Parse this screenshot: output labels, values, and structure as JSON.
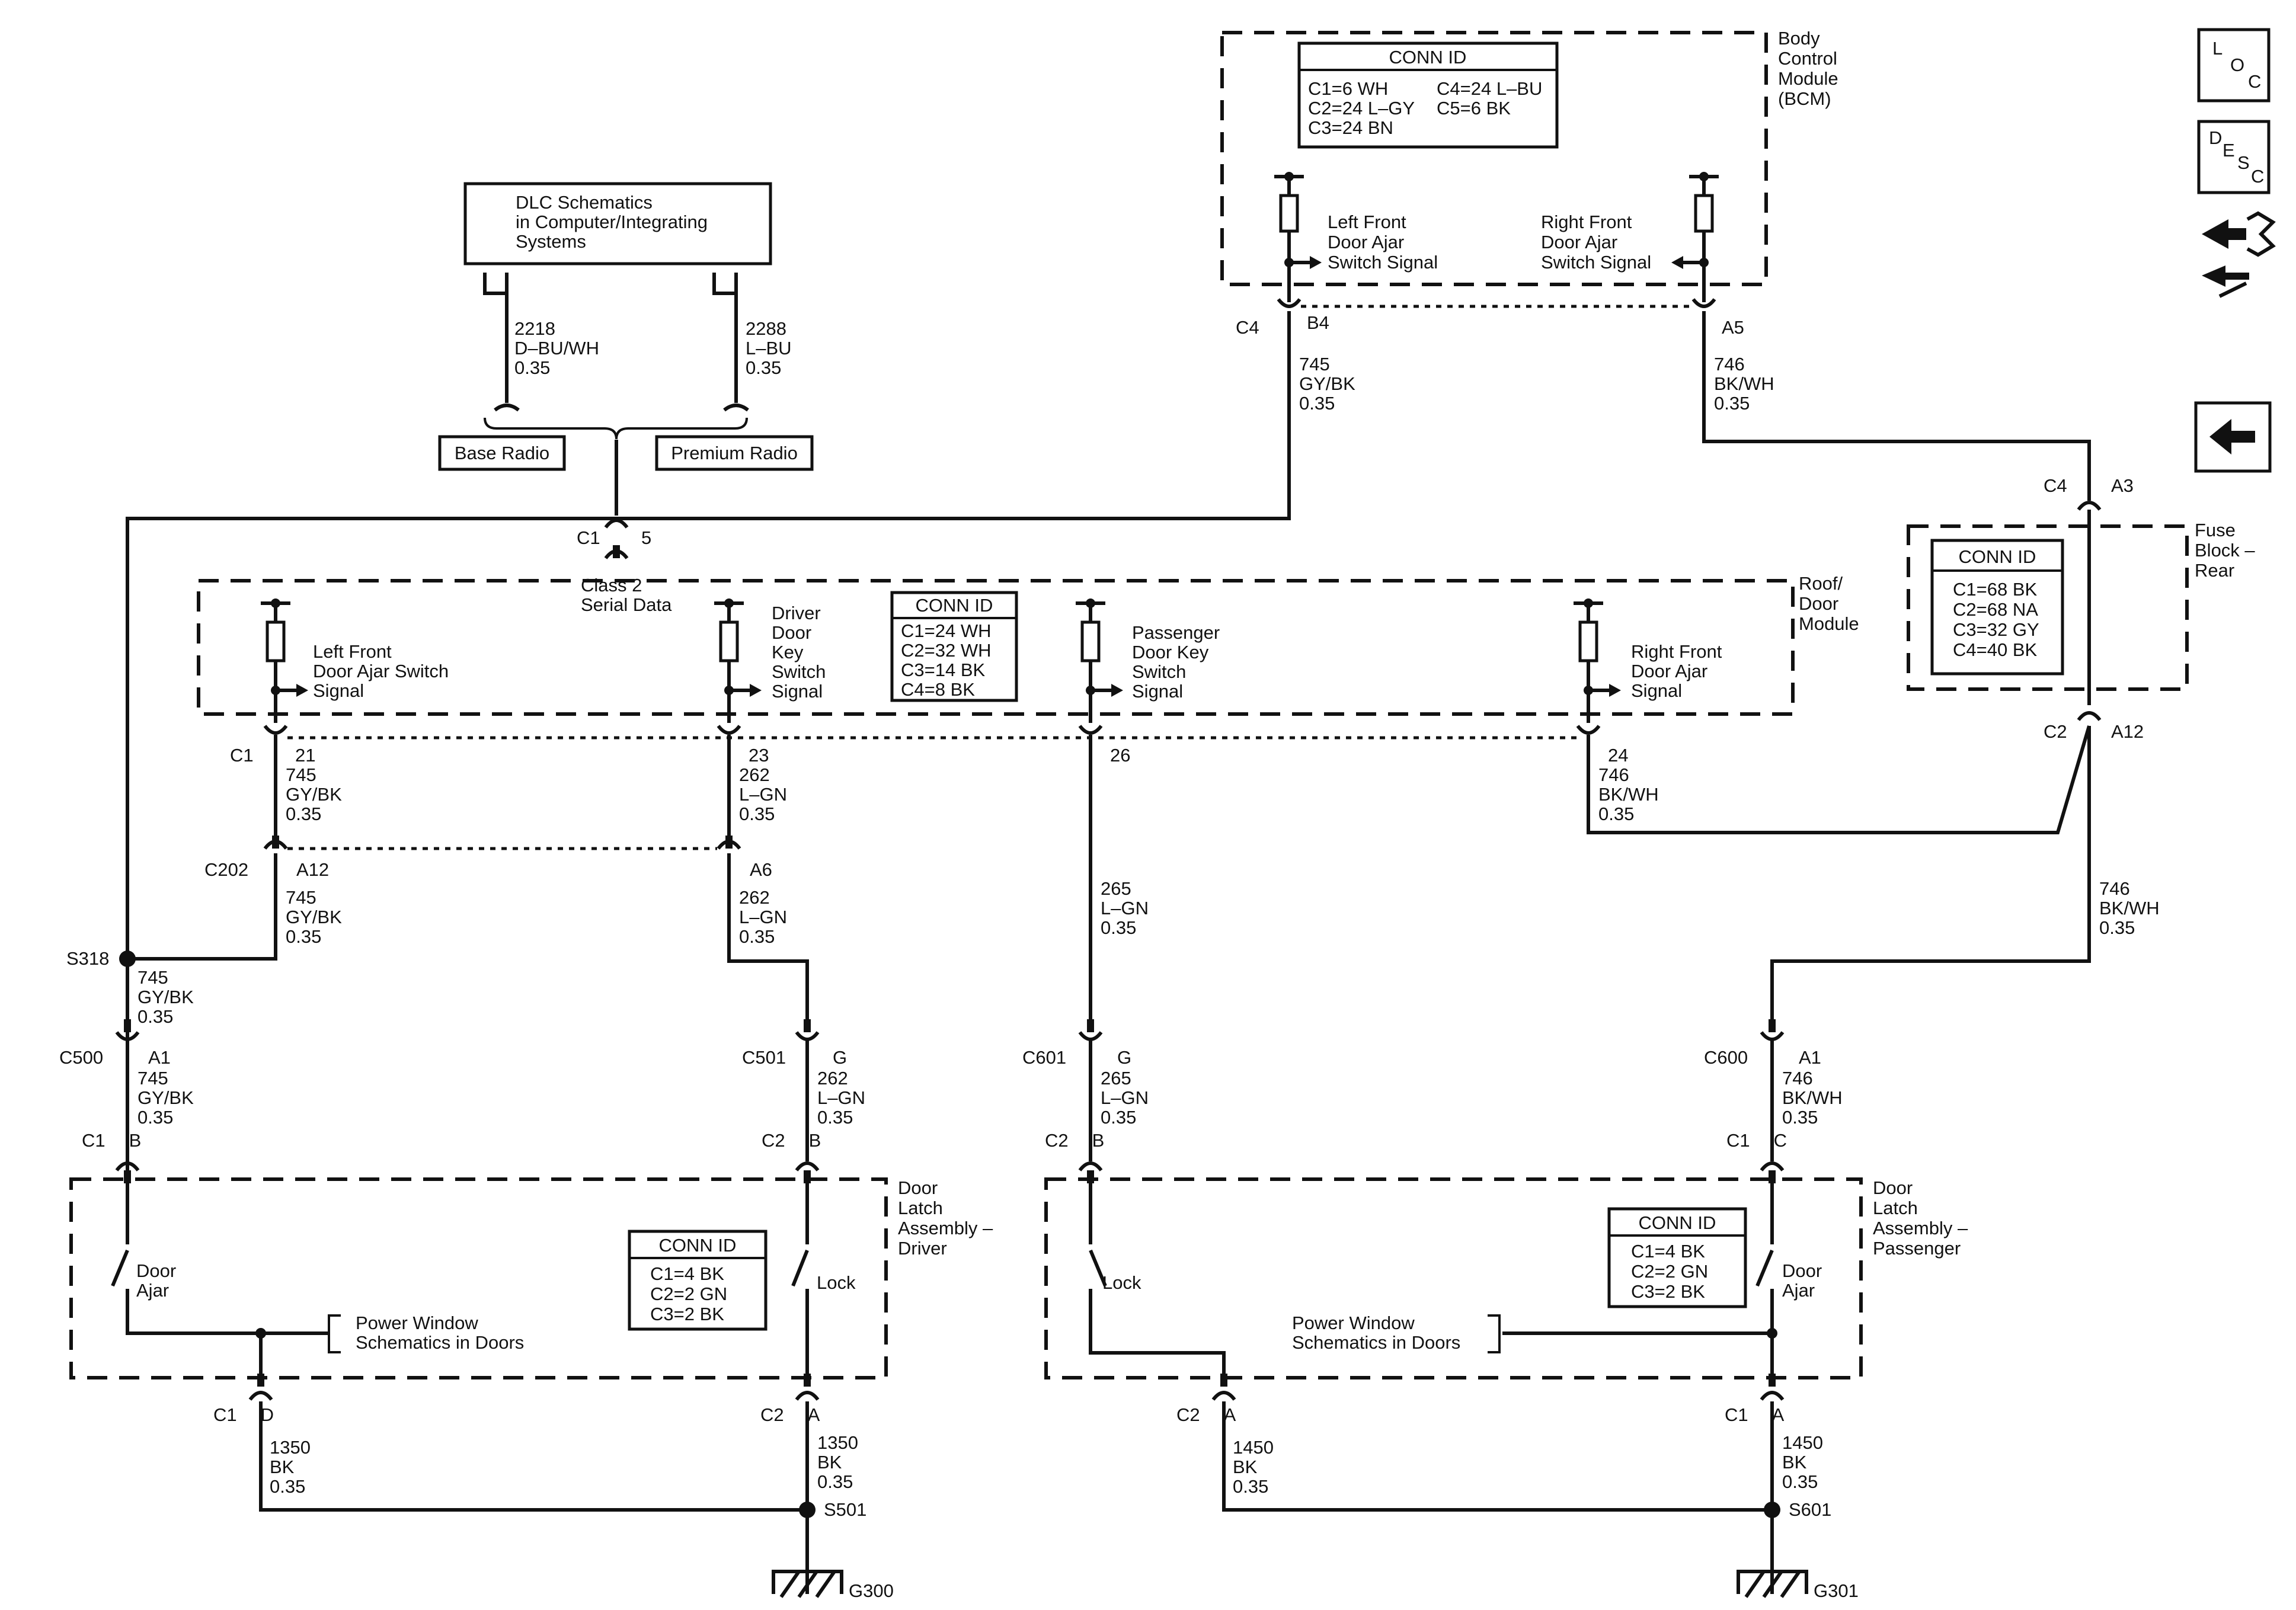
{
  "modules": {
    "bcm": [
      "Body",
      "Control",
      "Module",
      "(BCM)"
    ],
    "roof": [
      "Roof/",
      "Door",
      "Module"
    ],
    "fuse": [
      "Fuse",
      "Block –",
      "Rear"
    ],
    "latch_driver": [
      "Door",
      "Latch",
      "Assembly –",
      "Driver"
    ],
    "latch_pass": [
      "Door",
      "Latch",
      "Assembly –",
      "Passenger"
    ]
  },
  "conn_ids": {
    "bcm": {
      "title": "CONN ID",
      "left": [
        "C1=6 WH",
        "C2=24 L–GY",
        "C3=24 BN"
      ],
      "right": [
        "C4=24 L–BU",
        "C5=6 BK"
      ]
    },
    "roof": {
      "title": "CONN ID",
      "lines": [
        "C1=24 WH",
        "C2=32 WH",
        "C3=14 BK",
        "C4=8 BK"
      ]
    },
    "fuse": {
      "title": "CONN ID",
      "lines": [
        "C1=68 BK",
        "C2=68 NA",
        "C3=32 GY",
        "C4=40 BK"
      ]
    },
    "latch_driver": {
      "title": "CONN ID",
      "lines": [
        "C1=4 BK",
        "C2=2 GN",
        "C3=2 BK"
      ]
    },
    "latch_pass": {
      "title": "CONN ID",
      "lines": [
        "C1=4 BK",
        "C2=2 GN",
        "C3=2 BK"
      ]
    }
  },
  "dlc": {
    "lines": [
      "DLC Schematics",
      "in Computer/Integrating",
      "Systems"
    ],
    "base_radio": "Base Radio",
    "premium_radio": "Premium Radio",
    "wire_2218": [
      "2218",
      "D–BU/WH",
      "0.35"
    ],
    "wire_2288": [
      "2288",
      "L–BU",
      "0.35"
    ],
    "class2": [
      "Class 2",
      "Serial Data"
    ]
  },
  "signals": {
    "bcm_lf": [
      "Left Front",
      "Door Ajar",
      "Switch Signal"
    ],
    "bcm_rf": [
      "Right Front",
      "Door Ajar",
      "Switch Signal"
    ],
    "rdm_lf": [
      "Left Front",
      "Door Ajar Switch",
      "Signal"
    ],
    "rdm_driver": [
      "Driver",
      "Door",
      "Key",
      "Switch",
      "Signal"
    ],
    "rdm_pass": [
      "Passenger",
      "Door Key",
      "Switch",
      "Signal"
    ],
    "rdm_rf": [
      "Right Front",
      "Door Ajar",
      "Signal"
    ]
  },
  "connectors": {
    "bcm_c4": "C4",
    "bcm_b4": "B4",
    "bcm_a5": "A5",
    "class2_c1": "C1",
    "class2_pin": "5",
    "fuse_c4": "C4",
    "fuse_a3": "A3",
    "fuse_c2": "C2",
    "fuse_a12": "A12",
    "rdm_c1": "C1",
    "rdm_21": "21",
    "rdm_23": "23",
    "rdm_26": "26",
    "rdm_24": "24",
    "c202": "C202",
    "c202_a12": "A12",
    "c202_a6": "A6",
    "s318": "S318",
    "c500": "C500",
    "c500_a1": "A1",
    "c501": "C501",
    "c501_g": "G",
    "c601": "C601",
    "c601_g": "G",
    "c600": "C600",
    "c600_a1": "A1",
    "dl_c1_b": [
      "C1",
      "B"
    ],
    "dl_c2_b": [
      "C2",
      "B"
    ],
    "pl_c2_b": [
      "C2",
      "B"
    ],
    "pl_c1_c": [
      "C1",
      "C"
    ],
    "dl_c1_d": [
      "C1",
      "D"
    ],
    "dl_c2_a": [
      "C2",
      "A"
    ],
    "pl_c2_a": [
      "C2",
      "A"
    ],
    "pl_c1_a": [
      "C1",
      "A"
    ],
    "s501": "S501",
    "s601": "S601",
    "g300": "G300",
    "g301": "G301"
  },
  "wires": {
    "w745_bcm": [
      "745",
      "GY/BK",
      "0.35"
    ],
    "w746_bcm": [
      "746",
      "BK/WH",
      "0.35"
    ],
    "w745_rdm": [
      "745",
      "GY/BK",
      "0.35"
    ],
    "w262_rdm": [
      "262",
      "L–GN",
      "0.35"
    ],
    "w746_rdm": [
      "746",
      "BK/WH",
      "0.35"
    ],
    "w745_c202": [
      "745",
      "GY/BK",
      "0.35"
    ],
    "w262_c202": [
      "262",
      "L–GN",
      "0.35"
    ],
    "w265": [
      "265",
      "L–GN",
      "0.35"
    ],
    "w746_fuse": [
      "746",
      "BK/WH",
      "0.35"
    ],
    "w745_s318": [
      "745",
      "GY/BK",
      "0.35"
    ],
    "w745_c500": [
      "745",
      "GY/BK",
      "0.35"
    ],
    "w262_c501": [
      "262",
      "L–GN",
      "0.35"
    ],
    "w265_c601": [
      "265",
      "L–GN",
      "0.35"
    ],
    "w746_c600": [
      "746",
      "BK/WH",
      "0.35"
    ],
    "w1350_l": [
      "1350",
      "BK",
      "0.35"
    ],
    "w1350_r": [
      "1350",
      "BK",
      "0.35"
    ],
    "w1450_l": [
      "1450",
      "BK",
      "0.35"
    ],
    "w1450_r": [
      "1450",
      "BK",
      "0.35"
    ]
  },
  "switches": {
    "driver_ajar": [
      "Door",
      "Ajar"
    ],
    "driver_lock": "Lock",
    "pass_lock": "Lock",
    "pass_ajar": [
      "Door",
      "Ajar"
    ]
  },
  "power_window": [
    "Power Window",
    "Schematics in Doors"
  ],
  "side_icons": {
    "loc": [
      "L",
      "O",
      "C"
    ],
    "desc": [
      "D",
      "E",
      "S",
      "C"
    ]
  }
}
